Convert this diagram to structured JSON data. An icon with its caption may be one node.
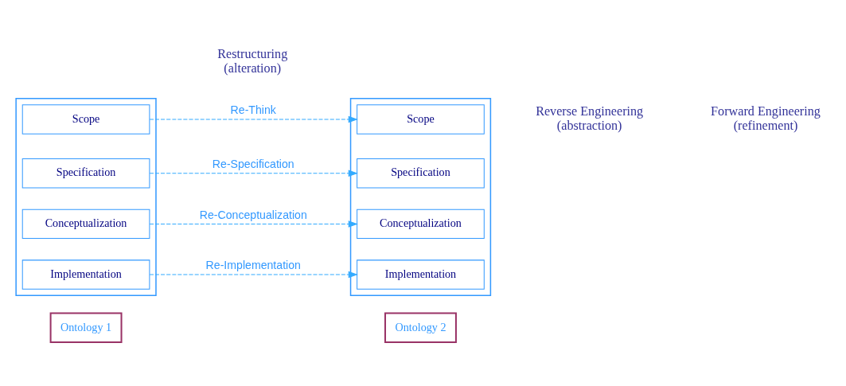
{
  "diagram": {
    "nodes": [
      {
        "text": [],
        "shape": "triangle"
      },
      {
        "text": [
          "Scope"
        ],
        "in": 0
      },
      {
        "text": [
          "Specification"
        ],
        "in": 0
      },
      {
        "text": [
          "Conceptualization"
        ],
        "in": 0
      },
      {
        "text": [
          "Implementation"
        ],
        "in": 0
      },
      {
        "text": [],
        "shape": "triangle"
      },
      {
        "text": [
          "Scope"
        ],
        "in": 5
      },
      {
        "text": [
          "Specification"
        ],
        "in": 5
      },
      {
        "text": [
          "Conceptualization"
        ],
        "in": 5
      },
      {
        "text": [
          "Implementation"
        ],
        "in": 5
      },
      {
        "text": [
          "Ontology 1"
        ]
      },
      {
        "text": [
          "Ontology 2"
        ]
      }
    ],
    "edges": [
      {
        "from": 1,
        "to": 6,
        "arrow": "to",
        "label": "Re-Think",
        "style": "dashed"
      },
      {
        "from": 2,
        "to": 7,
        "arrow": "to",
        "label": "Re-Specification",
        "style": "dashed"
      },
      {
        "from": 3,
        "to": 8,
        "arrow": "to",
        "label": "Re-Conceptualization",
        "style": "dashed"
      },
      {
        "from": 4,
        "to": 9,
        "arrow": "to",
        "label": "Re-Implementation",
        "style": "dashed"
      }
    ],
    "labels": [
      "Restructuring",
      "(alteration)",
      "Reverse Engineering",
      "(abstraction)",
      "Forward Engineering",
      "(refinement)"
    ]
  }
}
